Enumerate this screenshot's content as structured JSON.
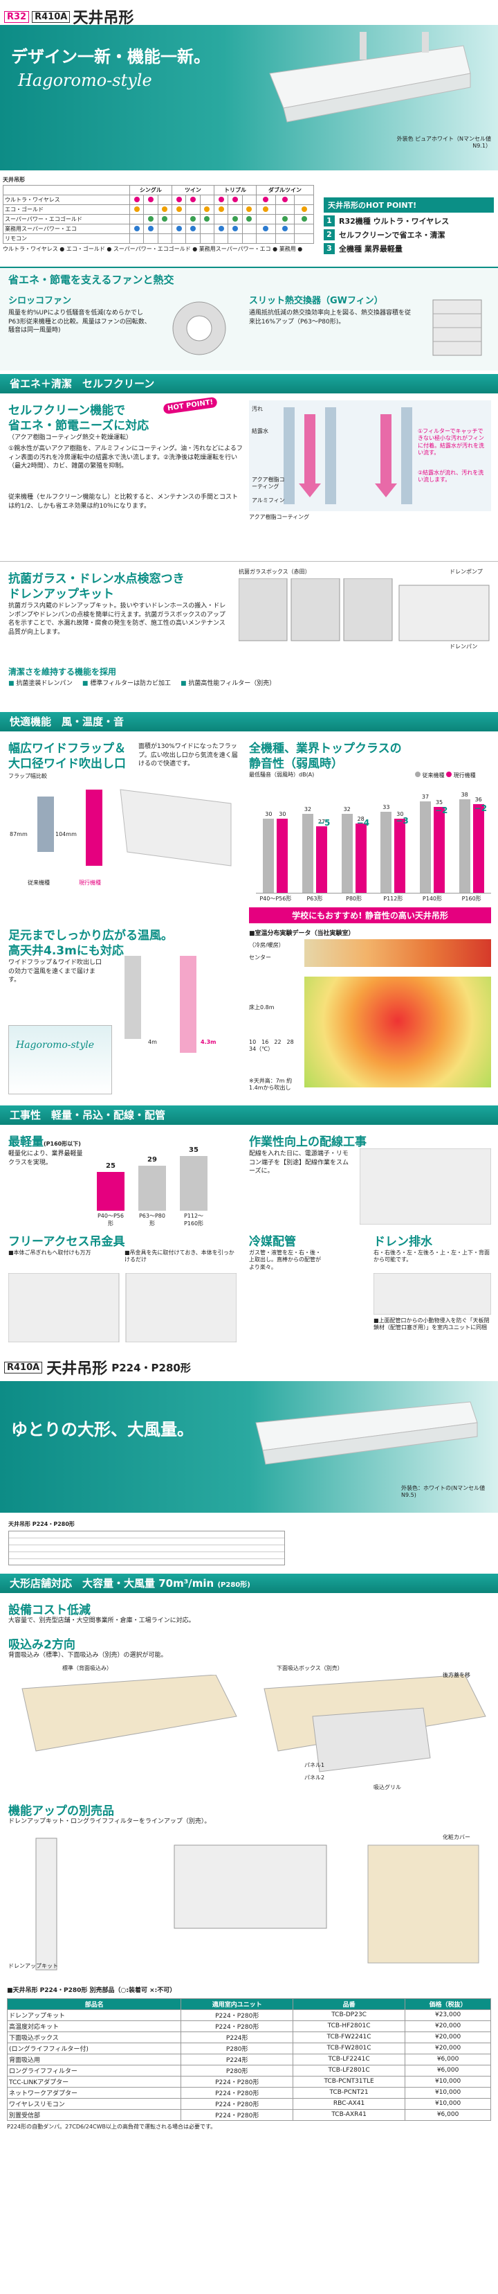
{
  "top": {
    "r32": "R32",
    "r410a": "R410A",
    "title": "天井吊形"
  },
  "hero": {
    "headline": "デザイン一新・機能一新。",
    "brand": "Hagoromo-style",
    "caption": "外装色 ピュアホワイト（Nマンセル値N9.1）",
    "hot_point": "天井吊形のHOT POINT!",
    "points": [
      "R32機種 ウルトラ・ワイヤレス",
      "セルフクリーンで省エネ・清潔",
      "全機種 業界最軽量"
    ]
  },
  "lineup": {
    "title": "天井吊形",
    "rows": [
      "ウルトラ・ワイヤレス",
      "エコ・ゴールド",
      "スーパーパワー・エコゴールド",
      "業務用スーパーパワー・エコ",
      "リモコン"
    ],
    "cols": [
      "シングル",
      "ツイン",
      "トリプル",
      "ダブルツイン"
    ],
    "note": "ウルトラ・ワイヤレス ● エコ・ゴールド ● スーパーパワー・エコゴールド ● 業務用スーパーパワー・エコ ● 業務用 ●"
  },
  "s1": {
    "title": "省エネ・節電を支えるファンと熱交",
    "fan_t": "シロッコファン",
    "fan_d": "風量を約%UPにより低騒音を低減(なめらかでし P63形従来機種との比較。風量はファンの回転数、騒音は同一風量時)",
    "fin_t": "スリット熱交換器（GWフィン）",
    "fin_d": "通風抵抗低減の熱交換効率向上を図る、熱交換器容積を従来比16%アップ（P63〜P80形)。"
  },
  "s2hdr": "省エネ＋清潔　セルフクリーン",
  "s2": {
    "t1": "セルフクリーン機能で",
    "t2": "省エネ・節電ニーズに対応",
    "hot": "HOT POINT!",
    "sub": "（アクア樹脂コーティング熱交＋乾燥運転）",
    "d1": "①親水性が高いアクア樹脂を、アルミフィンにコーティング。油・汚れなどによるフィン表面の汚れを冷房運転中の結露水で洗い流します。②洗浄後は乾燥運転を行い（最大2時間）、カビ、雑菌の繁殖を抑制。",
    "d2": "従来機種（セルフクリーン機能なし）と比較すると、メンテナンスの手間とコストは約1/2、しかも省エネ効果は約10％になります。",
    "lbl_dirt": "汚れ",
    "lbl_water": "結露水",
    "lbl_aqua": "アクア樹脂コーティング",
    "lbl_fin": "アルミフィン",
    "n1": "①フィルターでキャッチできない極小な汚れがフィンに付着。結露水が汚れを洗い流す。",
    "n2": "②結露水が流れ、汚れを洗い流します。",
    "note": "アクア樹脂コーティング"
  },
  "s3": {
    "t1": "抗菌ガラス・ドレン水点検窓つき",
    "t2": "ドレンアップキット",
    "d": "抗菌ガラス内蔵のドレンアップキット。扱いやすいドレンホースの搬入・ドレンポンプやドレンパンの点検を簡単に行えます。抗菌ガラスボックスのアップ名を示すことで、水漏れ故障・腐食の発生を防ぎ、施工性の高いメンテナンス品質が向上します。",
    "box": "抗菌ガラスボックス（赤田）",
    "drain": "ドレンポンプ",
    "pan": "ドレンパン",
    "clean": "清潔さを維持する機能を採用",
    "items": [
      "抗菌塗装ドレンパン",
      "標準フィルターは防カビ加工",
      "抗菌高性能フィルター（別売）"
    ]
  },
  "s4hdr": "快適機能　風・温度・音",
  "s4": {
    "flap_t1": "幅広ワイドフラップ＆",
    "flap_t2": "大口径ワイド吹出し口",
    "flap_d": "面積が130%ワイドになったフラップ。広い吹出し口から気流を遠く届けるので快適です。",
    "flap_lbl": "フラップ幅比較",
    "old": "従来機種",
    "new": "現行機種",
    "mm1": "87mm",
    "mm2": "104mm",
    "noise_t1": "全機種、業界トップクラスの",
    "noise_t2": "静音性（弱風時）",
    "noise_unit": "最低騒音（弱風時）dB(A)",
    "noise_banner": "学校にもおすすめ! 静音性の高い天井吊形",
    "warm_t1": "足元までしっかり広がる温風。",
    "warm_t2": "高天井4.3mにも対応",
    "warm_d": "ワイドフラップ＆ワイド吹出し口の効力で温風を遠くまで届けます。",
    "h1": "4m",
    "h2": "4.3m",
    "room_t": "■室温分布実験データ（当社実験室）",
    "room_c": "（冷房/暖房）",
    "center": "センター",
    "floor": "床上0.8m",
    "scale": "10　16　22　28　34（℃）",
    "room_note": "※天井高：7m 約1.4mから吹出し"
  },
  "chart_data": {
    "type": "bar",
    "title": "",
    "ylabel": "dB(A)",
    "categories": [
      "P40〜P56形",
      "P63形",
      "P80形",
      "P112形",
      "P140形",
      "P160形"
    ],
    "series": [
      {
        "name": "従来機種",
        "values": [
          30,
          32,
          32,
          33,
          37,
          38
        ]
      },
      {
        "name": "現行機種",
        "values": [
          30,
          27,
          28,
          30,
          35,
          36
        ]
      }
    ],
    "reductions": [
      "",
      "−5",
      "−4",
      "−3",
      "−2",
      "−2"
    ]
  },
  "s5hdr": "工事性　軽量・吊込・配線・配管",
  "s5": {
    "weight_t": "最軽量",
    "weight_sub": "(P160形以下)",
    "weight_d": "軽量化により、業界最軽量クラスを実現。",
    "weight_labels": [
      "P40〜P56形",
      "P63〜P80形",
      "P112〜P160形"
    ],
    "weight_vals": [
      "25",
      "29",
      "35"
    ],
    "wire_t": "作業性向上の配線工事",
    "wire_d": "配線を入れた日に、電源端子・リモコン端子を【別途】配線作業をスムーズに。",
    "free_t": "フリーアクセス吊金具",
    "free_d1": "■本体ご吊ぎれもへ取付けも万万",
    "free_d2": "■吊金具を先に取付けておき、本体を引っかけるだけ",
    "pipe_t": "冷媒配管",
    "pipe_d": "ガス管・液管を左・右・後・上取出し。直棒からの配管がより楽々。",
    "drain_t": "ドレン排水",
    "drain_d": "右・右後ろ・左・左後ろ・上・左・上下・背面から可能です。",
    "drain_note": "■上面配管口からの小動物侵入を防ぐ「天板閉鎖材（配管口塞ぎ用）」を室内ユニットに同梱"
  },
  "big": {
    "r410a": "R410A",
    "title": "天井吊形",
    "sub": "P224・P280形",
    "headline": "ゆとりの大形、大風量。",
    "caption": "外装色：ホワイトの(Nマンセル値N9.5)",
    "table_title": "天井吊形 P224・P280形"
  },
  "s6hdr": "大形店舗対応　大容量・大風量 70m³/min",
  "s6hdr_sub": "(P280形)",
  "s6": {
    "cost_t": "設備コスト低減",
    "cost_d": "大容量で、別売型店舗・大空間事業所・倉庫・工場ラインに対応。",
    "suction_t": "吸込み2方向",
    "suction_d": "背面吸込み（標準）、下面吸込み（別売）の選択が可能。",
    "std": "標準（背面吸込み）",
    "down": "下面吸込ボックス（別売）",
    "panel1": "パネル1",
    "panel2": "パネル2",
    "grill": "吸込グリル",
    "back": "後方蓋を移",
    "opt_t": "機能アップの別売品",
    "opt_d": "ドレンアップキット・ロングライフフィルターをラインアップ（別売）。",
    "kit": "ドレンアップキット",
    "cover": "化粧カバー"
  },
  "parts": {
    "title": "■天井吊形 P224・P280形 別売部品（○:装着可 ×:不可）",
    "headers": [
      "部品名",
      "適用室内ユニット",
      "品番",
      "価格（税抜）"
    ],
    "rows": [
      [
        "ドレンアップキット",
        "P224・P280形",
        "TCB-DP23C",
        "¥23,000"
      ],
      [
        "高温度対応キット",
        "P224・P280形",
        "TCB-HF2801C",
        "¥20,000"
      ],
      [
        "下面吸込ボックス",
        "P224形",
        "TCB-FW2241C",
        "¥20,000"
      ],
      [
        "(ロングライフフィルター付)",
        "P280形",
        "TCB-FW2801C",
        "¥20,000"
      ],
      [
        "背面吸込用",
        "P224形",
        "TCB-LF2241C",
        "¥6,000"
      ],
      [
        "ロングライフフィルター",
        "P280形",
        "TCB-LF2801C",
        "¥6,000"
      ],
      [
        "TCC-LINKアダプター",
        "P224・P280形",
        "TCB-PCNT31TLE",
        "¥10,000"
      ],
      [
        "ネットワークアダプター",
        "P224・P280形",
        "TCB-PCNT21",
        "¥10,000"
      ],
      [
        "ワイヤレスリモコン",
        "P224・P280形",
        "RBC-AX41",
        "¥10,000"
      ],
      [
        "別置受信部",
        "P224・P280形",
        "TCB-AXR41",
        "¥6,000"
      ]
    ],
    "footer": "P224形の自動ダンパ。27CD6/24CWB以上の高負荷で運転される場合は必要です。"
  }
}
